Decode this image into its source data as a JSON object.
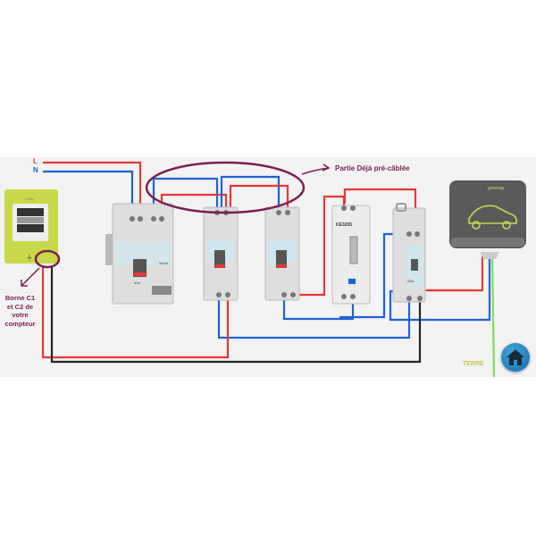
{
  "labels": {
    "line": "L",
    "neutral": "N",
    "prewired": "Partie Déjà pré-câblée",
    "meter_terminals": [
      "Borne C1",
      "et C2 de",
      "votre",
      "compteur"
    ],
    "earth": "TERRE"
  },
  "devices": {
    "utility_meter_brand": "Linky",
    "rcd_rating": "30mA",
    "rcd_current": "40A",
    "energy_meter_model": "KE3205",
    "contactor_rating": "25A",
    "charger_brand": "greenup"
  },
  "home_button": {
    "icon": "home-icon"
  },
  "colors": {
    "live": "#e53935",
    "neutral": "#1e63d6",
    "return": "#222222",
    "earth": "#7ddc5a",
    "annotation": "#7b1f4e",
    "linky": "#c8d84a"
  }
}
